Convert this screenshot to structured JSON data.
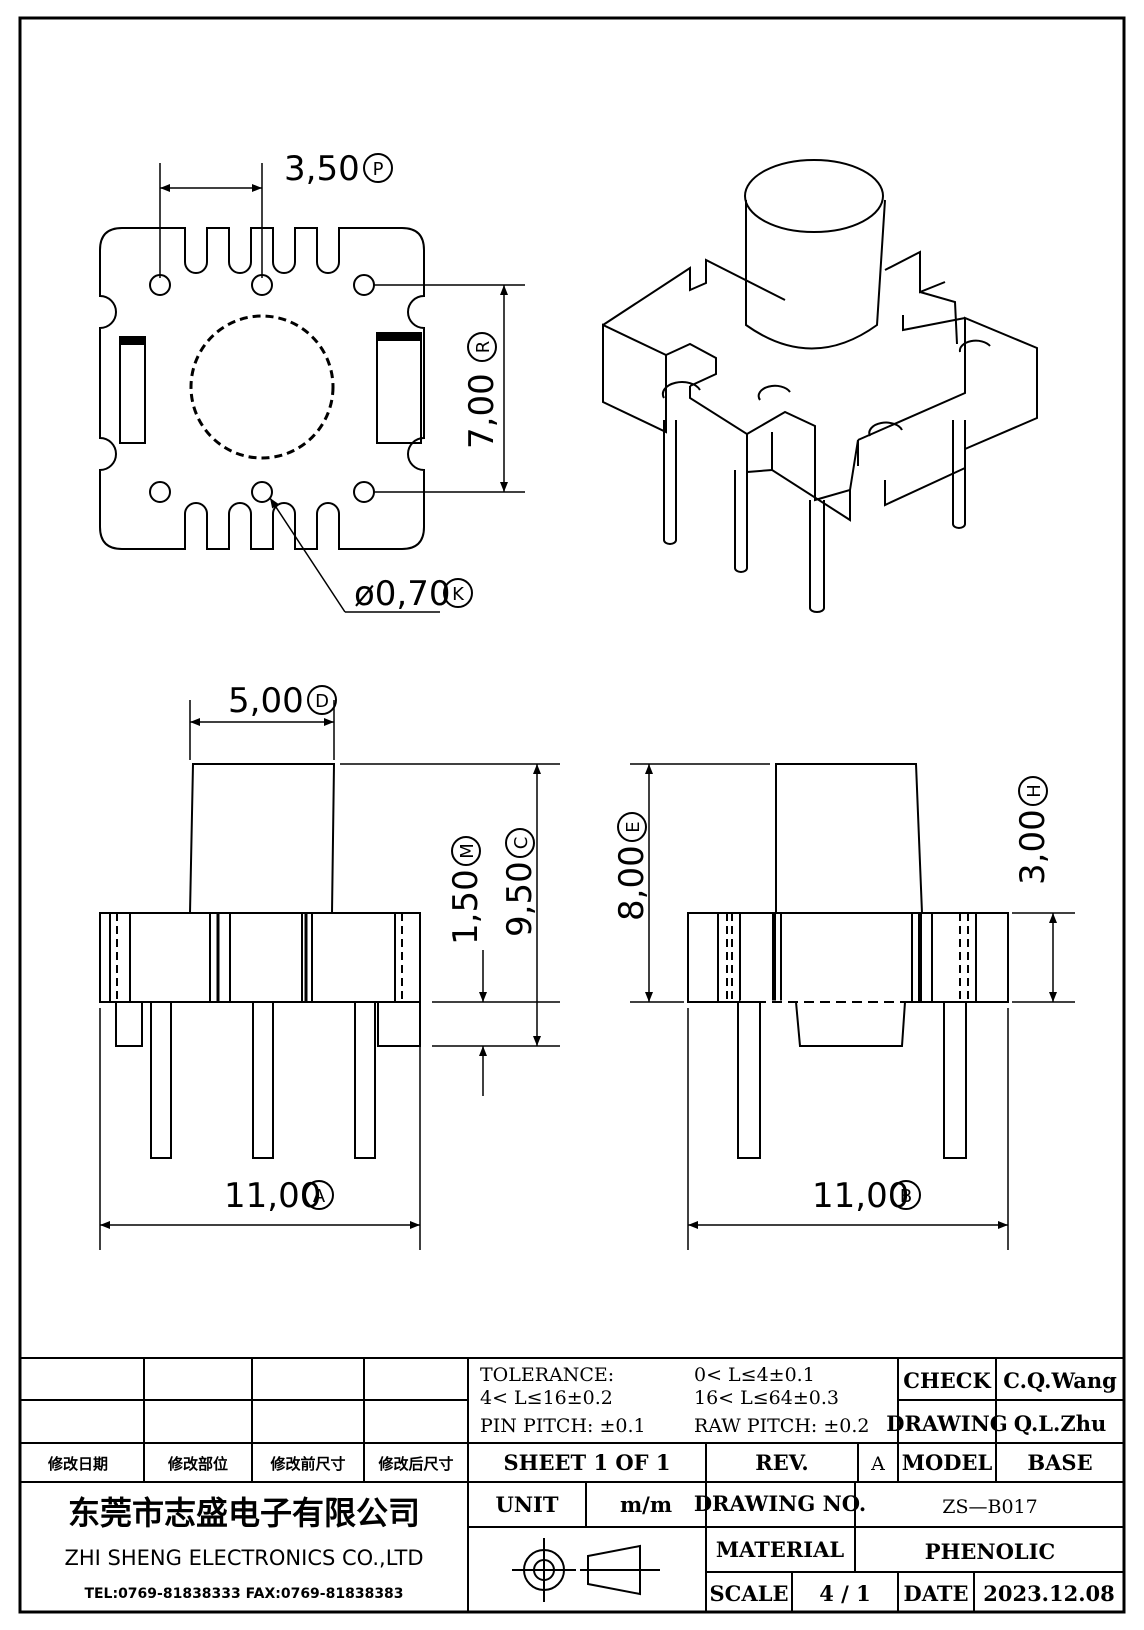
{
  "dimensions": {
    "pin_pitch": {
      "value": "3,50",
      "tag": "P"
    },
    "row_spacing": {
      "value": "7,00",
      "tag": "R"
    },
    "pin_diameter": {
      "value": "ø0,70",
      "tag": "K"
    },
    "core_width": {
      "value": "5,00",
      "tag": "D"
    },
    "total_height": {
      "value": "9,50",
      "tag": "C"
    },
    "standoff": {
      "value": "1,50",
      "tag": "M"
    },
    "height_side": {
      "value": "8,00",
      "tag": "E"
    },
    "base_thickness": {
      "value": "3,00",
      "tag": "H"
    },
    "width_front": {
      "value": "11,00",
      "tag": "A"
    },
    "width_side": {
      "value": "11,00",
      "tag": "B"
    }
  },
  "title_block": {
    "revision_headers": [
      "修改日期",
      "修改部位",
      "修改前尺寸",
      "修改后尺寸"
    ],
    "tolerance_label": "TOLERANCE:",
    "tol_1": "0< L≤4±0.1",
    "tol_2": "4< L≤16±0.2",
    "tol_3": "16< L≤64±0.3",
    "pin_pitch": "PIN PITCH: ±0.1",
    "raw_pitch": "RAW PITCH: ±0.2",
    "sheet": "SHEET 1 OF 1",
    "rev_label": "REV.",
    "rev_value": "A",
    "check_label": "CHECK",
    "check_value": "C.Q.Wang",
    "drawing_label": "DRAWING",
    "drawing_value": "Q.L.Zhu",
    "model_label": "MODEL",
    "model_value": "BASE",
    "company_cn": "东莞市志盛电子有限公司",
    "company_en": "ZHI SHENG ELECTRONICS CO.,LTD",
    "contact": "TEL:0769-81838333 FAX:0769-81838383",
    "unit_label": "UNIT",
    "unit_value": "m/m",
    "drawing_no_label": "DRAWING NO.",
    "drawing_no_value": "ZS—B017",
    "material_label": "MATERIAL",
    "material_value": "PHENOLIC",
    "scale_label": "SCALE",
    "scale_value": "4 / 1",
    "date_label": "DATE",
    "date_value": "2023.12.08"
  }
}
